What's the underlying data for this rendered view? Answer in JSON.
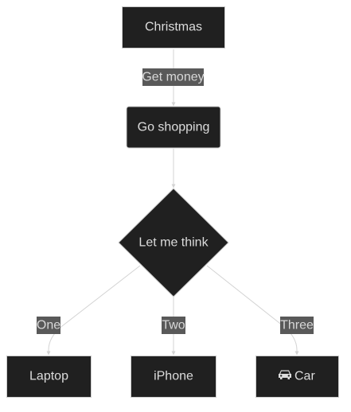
{
  "colors": {
    "node_fill": "#202020",
    "node_border": "#cccccc",
    "node_text": "#dcdcdc",
    "edge": "#d3d3d3",
    "edge_label_bg": "#595959",
    "edge_label_text": "#d8d8d8",
    "background": "#ffffff"
  },
  "nodes": {
    "christmas": {
      "label": "Christmas"
    },
    "go_shopping": {
      "label": "Go shopping"
    },
    "decision": {
      "label": "Let me think"
    },
    "laptop": {
      "label": "Laptop"
    },
    "iphone": {
      "label": "iPhone"
    },
    "car": {
      "label": "Car",
      "icon": "car-icon"
    }
  },
  "edges": {
    "get_money": {
      "label": "Get money"
    },
    "one": {
      "label": "One"
    },
    "two": {
      "label": "Two"
    },
    "three": {
      "label": "Three"
    }
  }
}
